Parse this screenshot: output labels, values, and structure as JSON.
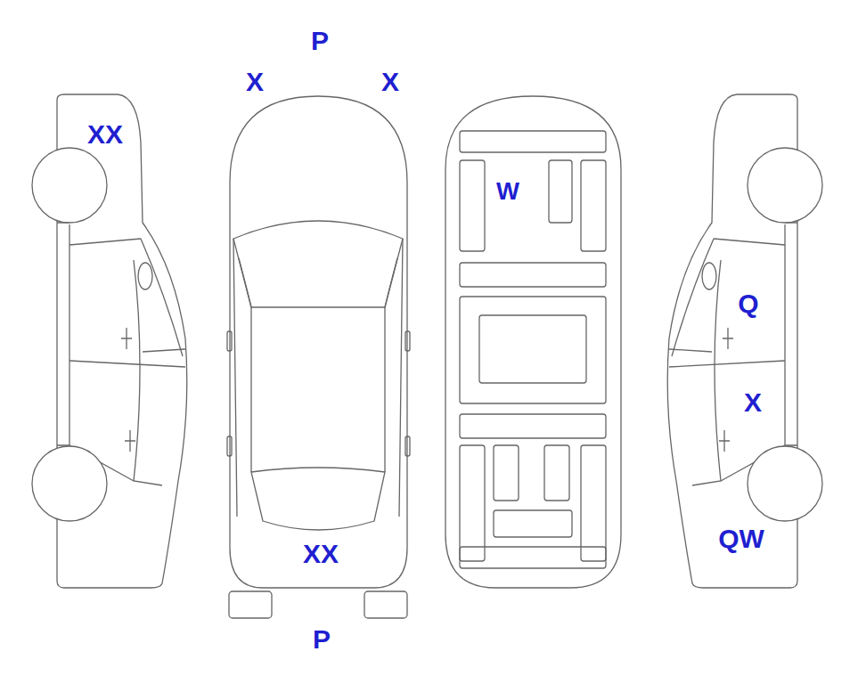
{
  "diagram": {
    "nodes": [
      {
        "text": [
          "P"
        ]
      },
      {
        "text": [
          "X"
        ]
      },
      {
        "text": [
          "X"
        ]
      },
      {
        "text": [
          "XX"
        ]
      },
      {
        "text": [
          "W"
        ]
      },
      {
        "text": [
          "Q"
        ]
      },
      {
        "text": [
          "X"
        ]
      },
      {
        "text": [
          "XX"
        ]
      },
      {
        "text": [
          "QW"
        ]
      },
      {
        "text": [
          "P"
        ]
      }
    ]
  }
}
